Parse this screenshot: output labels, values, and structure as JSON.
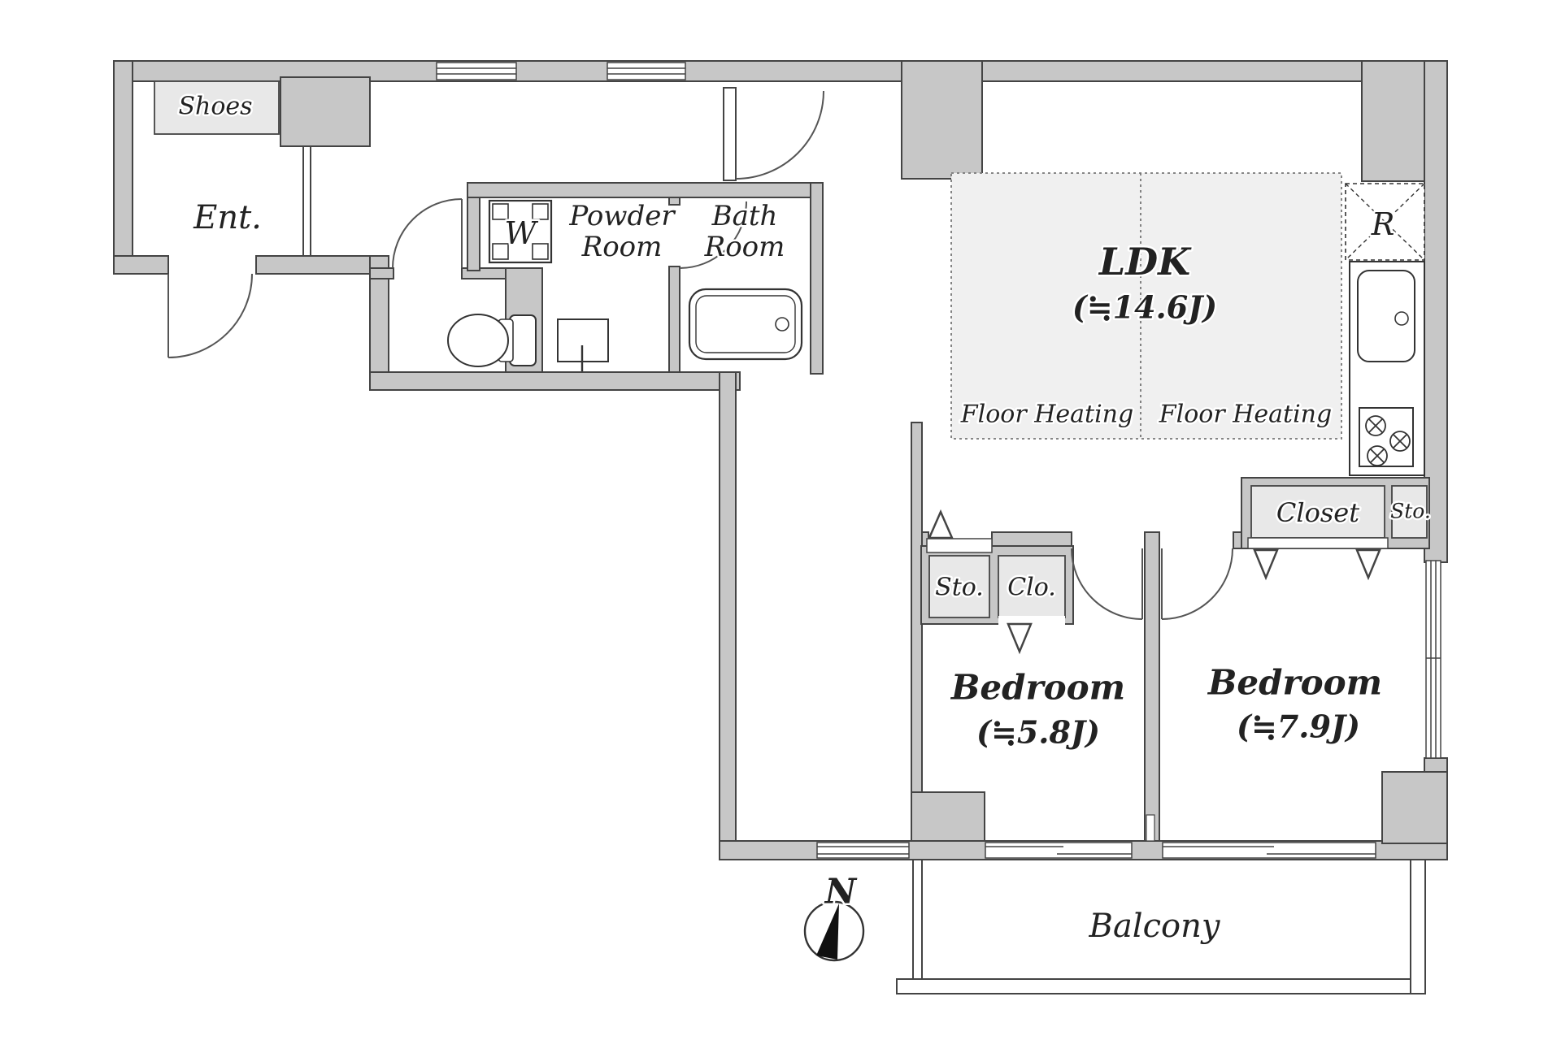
{
  "floor_plan": {
    "rooms": {
      "entrance": {
        "label": "Ent.",
        "shoes_label": "Shoes"
      },
      "powder_room": {
        "line1": "Powder",
        "line2": "Room",
        "washer_label": "W"
      },
      "bath_room": {
        "line1": "Bath",
        "line2": "Room"
      },
      "ldk": {
        "label": "LDK",
        "size": "(≒14.6J)",
        "floor_heating": [
          "Floor Heating",
          "Floor Heating"
        ],
        "refrigerator_label": "R"
      },
      "bedroom_small": {
        "label": "Bedroom",
        "size": "(≒5.8J)",
        "storage_label": "Sto.",
        "closet_label": "Clo."
      },
      "bedroom_large": {
        "label": "Bedroom",
        "size": "(≒7.9J)",
        "closet_label": "Closet",
        "storage_label": "Sto."
      },
      "balcony": {
        "label": "Balcony"
      }
    },
    "compass": {
      "north_label": "N"
    },
    "colors": {
      "wall_fill": "#c7c7c7",
      "line": "#444444",
      "cabinet_fill": "#e8e8e8",
      "floor_heating_fill": "#f0f0f0",
      "background": "#ffffff"
    }
  }
}
